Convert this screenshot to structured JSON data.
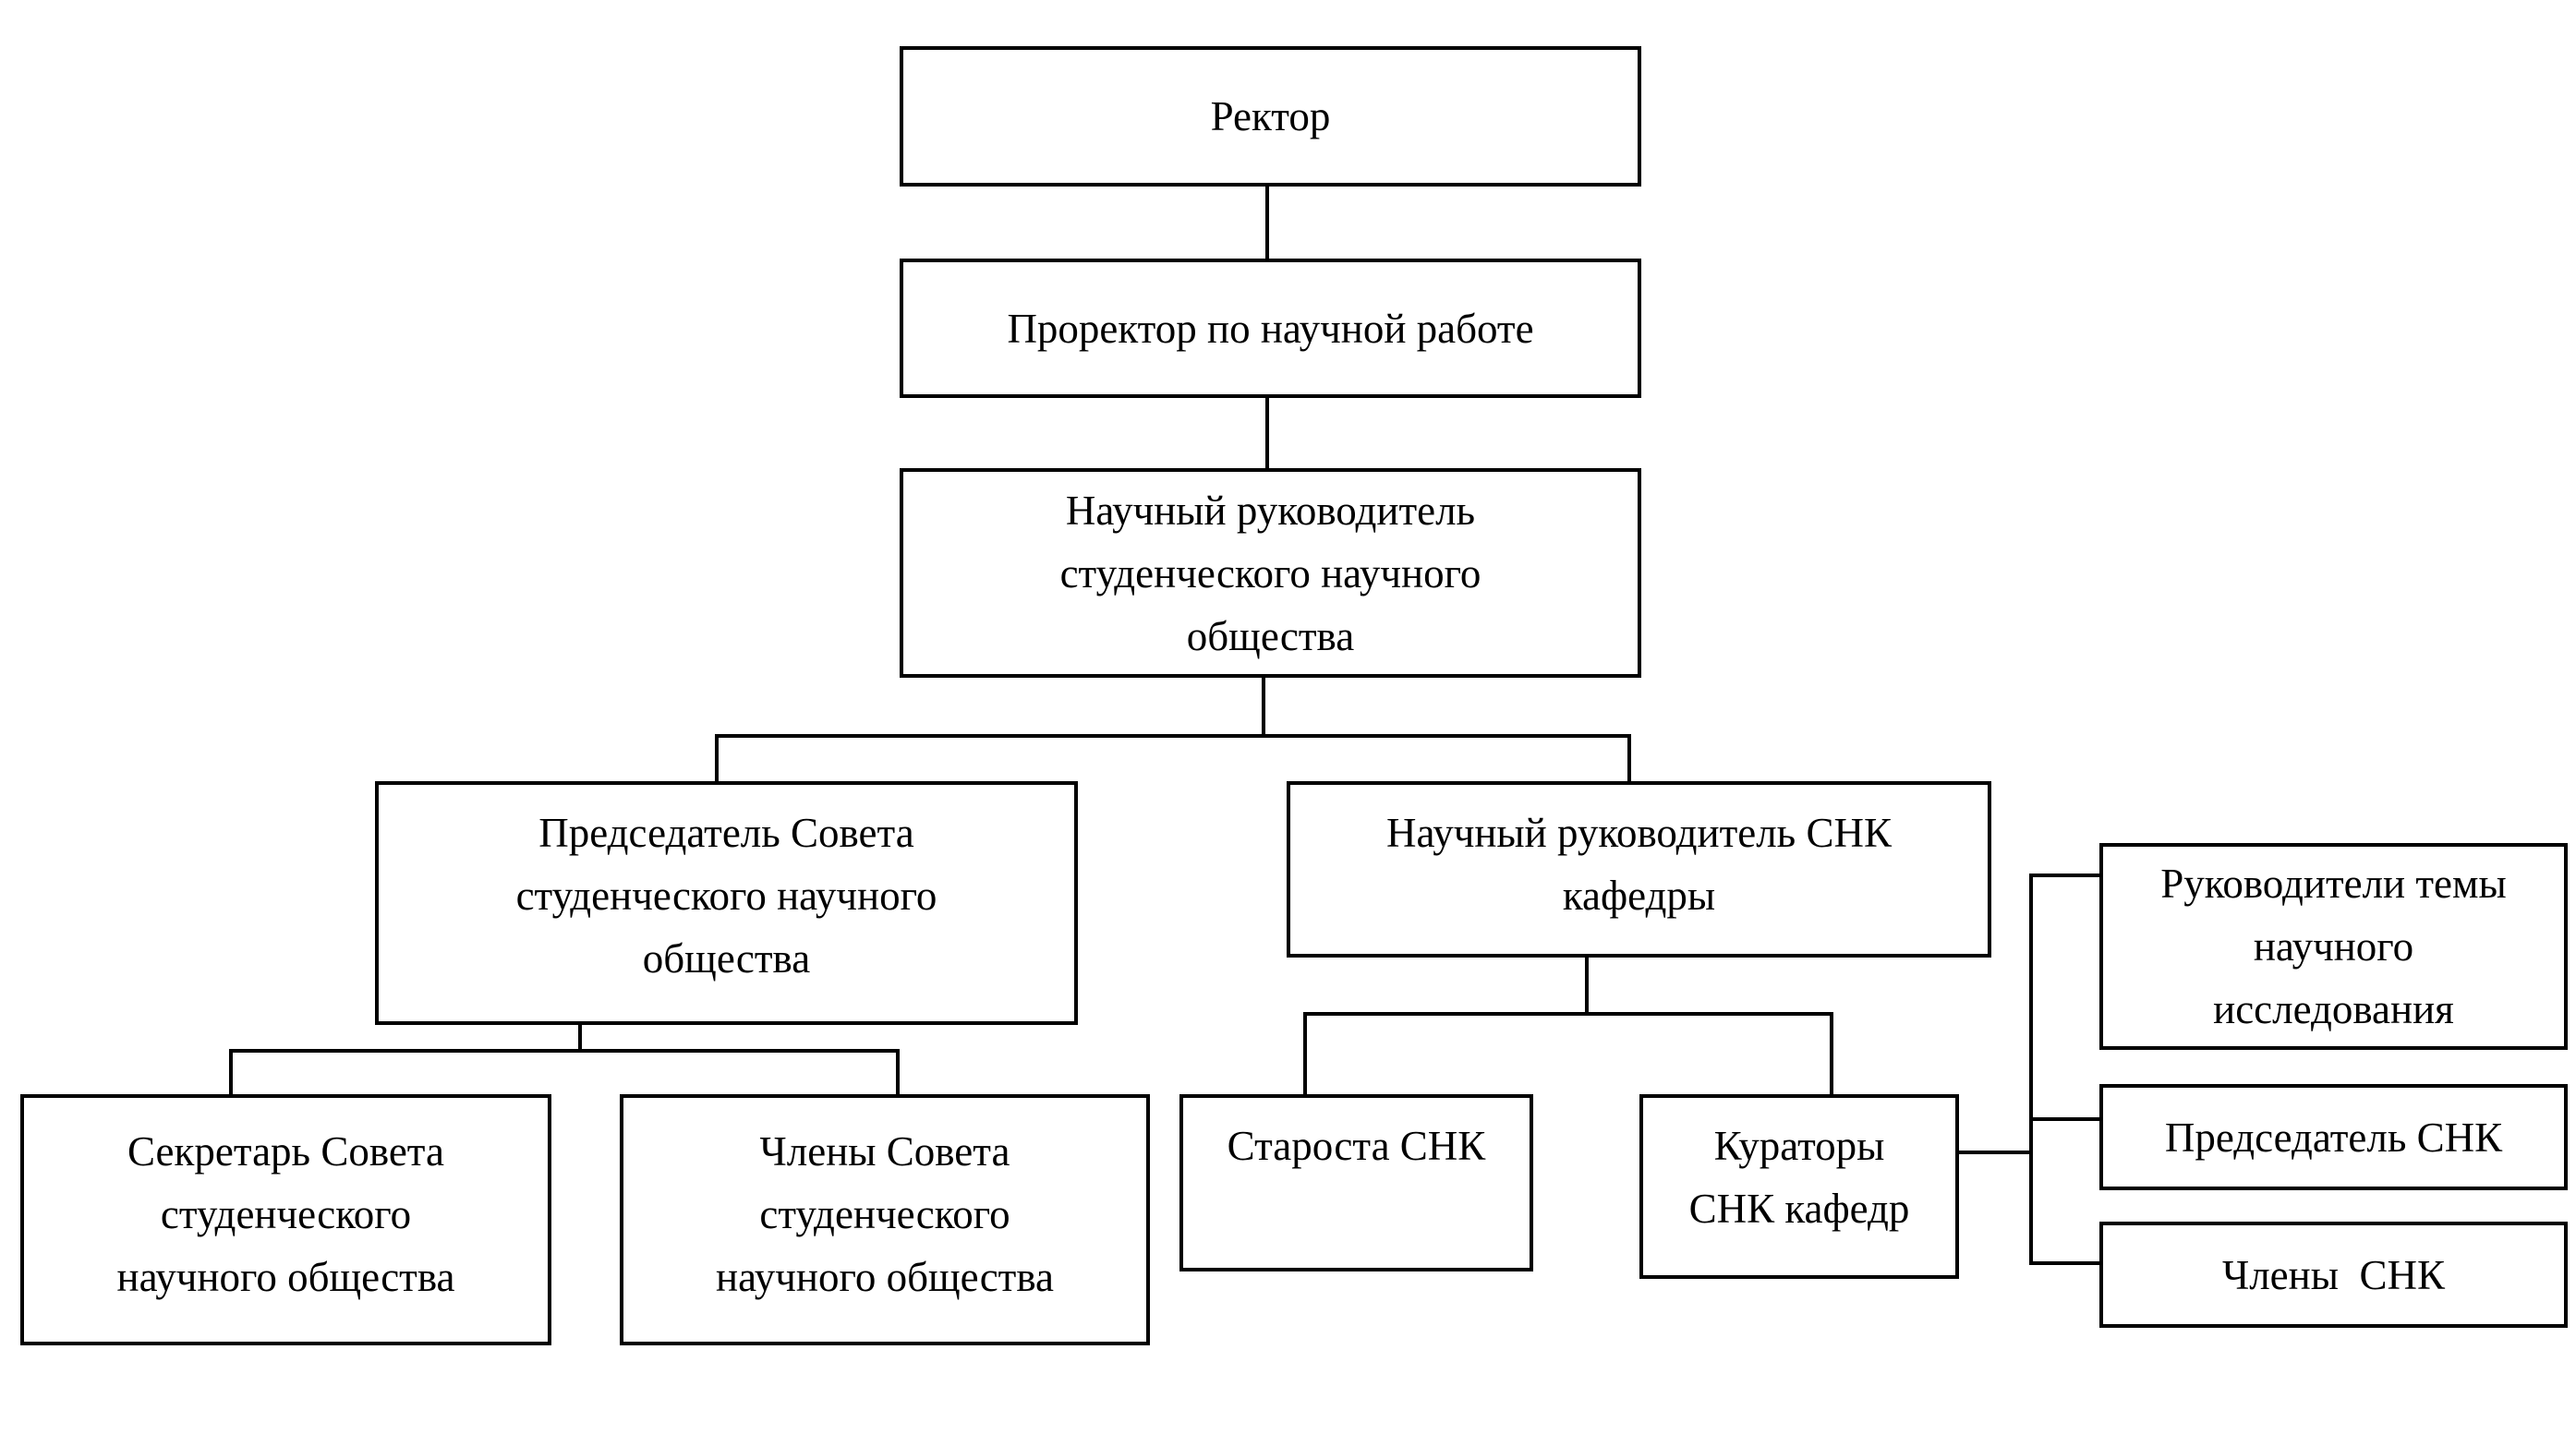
{
  "diagram": {
    "type": "org-chart",
    "line_color": "#000000",
    "background_color": "#ffffff",
    "nodes": {
      "rector": {
        "label": "Ректор"
      },
      "prorector": {
        "label": "Проректор по научной работе"
      },
      "sno_head": {
        "label": "Научный руководитель\nстуденческого научного\nобщества"
      },
      "council_chair": {
        "label": "Председатель Совета\nстуденческого научного\nобщества"
      },
      "snk_dept_head": {
        "label": "Научный руководитель СНК\nкафедры"
      },
      "topic_leaders": {
        "label": "Руководители темы\nнаучного\nисследования"
      },
      "council_secretary": {
        "label": "Секретарь Совета\nстуденческого\nнаучного общества"
      },
      "council_members": {
        "label": "Члены Совета\nстуденческого\nнаучного общества"
      },
      "snk_starosta": {
        "label": "Староста СНК"
      },
      "snk_curators": {
        "label": "Кураторы\nСНК кафедр"
      },
      "snk_chair": {
        "label": "Председатель СНК"
      },
      "snk_members": {
        "label": "Члены  СНК"
      }
    },
    "edges": [
      {
        "from": "rector",
        "to": "prorector"
      },
      {
        "from": "prorector",
        "to": "sno_head"
      },
      {
        "from": "sno_head",
        "to": "council_chair"
      },
      {
        "from": "sno_head",
        "to": "snk_dept_head"
      },
      {
        "from": "council_chair",
        "to": "council_secretary"
      },
      {
        "from": "council_chair",
        "to": "council_members"
      },
      {
        "from": "snk_dept_head",
        "to": "snk_starosta"
      },
      {
        "from": "snk_dept_head",
        "to": "snk_curators"
      },
      {
        "from": "snk_curators",
        "to": "topic_leaders"
      },
      {
        "from": "snk_curators",
        "to": "snk_chair"
      },
      {
        "from": "snk_curators",
        "to": "snk_members"
      }
    ]
  }
}
